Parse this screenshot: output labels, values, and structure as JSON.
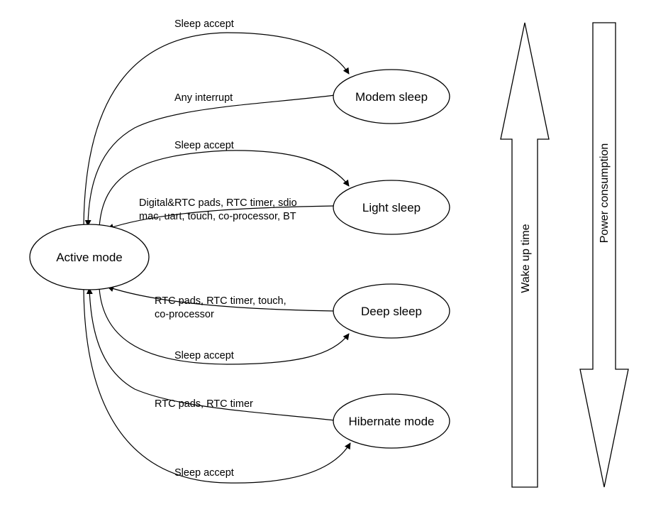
{
  "nodes": {
    "active": "Active mode",
    "modem": "Modem sleep",
    "light": "Light sleep",
    "deep": "Deep sleep",
    "hibernate": "Hibernate mode"
  },
  "edges": {
    "modem_sleep": "Sleep accept",
    "modem_wake": "Any interrupt",
    "light_sleep": "Sleep accept",
    "light_wake_line1": "Digital&RTC pads, RTC timer,  sdio",
    "light_wake_line2": "mac, uart, touch, co-processor, BT",
    "deep_wake_line1": "RTC pads, RTC timer,  touch,",
    "deep_wake_line2": "co-processor",
    "deep_sleep": "Sleep accept",
    "hibernate_wake": "RTC pads, RTC timer",
    "hibernate_sleep": "Sleep accept"
  },
  "indicators": {
    "wake_up_time": "Wake up time",
    "power_consumption": "Power consumption"
  }
}
